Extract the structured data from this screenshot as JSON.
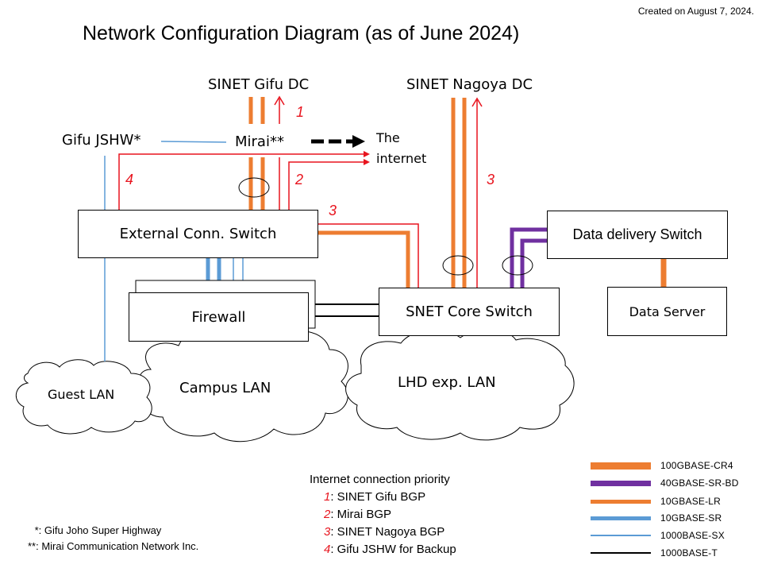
{
  "header": {
    "created": "Created on August 7, 2024.",
    "title": "Network Configuration Diagram (as of June 2024)"
  },
  "nodes": {
    "sinet_gifu": "SINET Gifu DC",
    "sinet_nagoya": "SINET Nagoya DC",
    "gifu_jshw": "Gifu JSHW*",
    "mirai": "Mirai**",
    "internet_line1": "The",
    "internet_line2": "internet",
    "external_switch": "External Conn. Switch",
    "firewall": "Firewall",
    "core_switch": "SNET Core Switch",
    "data_delivery_switch": "Data delivery Switch",
    "data_server": "Data Server",
    "guest_lan": "Guest LAN",
    "campus_lan": "Campus LAN",
    "lhd_lan": "LHD exp. LAN"
  },
  "route_numbers": {
    "r1": "1",
    "r2": "2",
    "r3a": "3",
    "r3b": "3",
    "r4": "4"
  },
  "priority": {
    "title": "Internet connection priority",
    "items": [
      {
        "num": "1",
        "label": ": SINET Gifu BGP"
      },
      {
        "num": "2",
        "label": ": Mirai BGP"
      },
      {
        "num": "3",
        "label": ": SINET Nagoya BGP"
      },
      {
        "num": "4",
        "label": ": Gifu JSHW for Backup"
      }
    ]
  },
  "legend": [
    {
      "label": "100GBASE-CR4",
      "color": "#ed7d31"
    },
    {
      "label": "40GBASE-SR-BD",
      "color": "#7030a0"
    },
    {
      "label": "10GBASE-LR",
      "color": "#ed7d31"
    },
    {
      "label": "10GBASE-SR",
      "color": "#5b9bd5"
    },
    {
      "label": "1000BASE-SX",
      "color": "#5b9bd5"
    },
    {
      "label": "1000BASE-T",
      "color": "#000000"
    }
  ],
  "footnotes": {
    "star1": " *: Gifu Joho Super Highway",
    "star2": "**: Mirai Communication Network Inc."
  },
  "colors": {
    "orange": "#ed7d31",
    "purple": "#7030a0",
    "blue": "#5b9bd5",
    "red": "#e8141e"
  }
}
